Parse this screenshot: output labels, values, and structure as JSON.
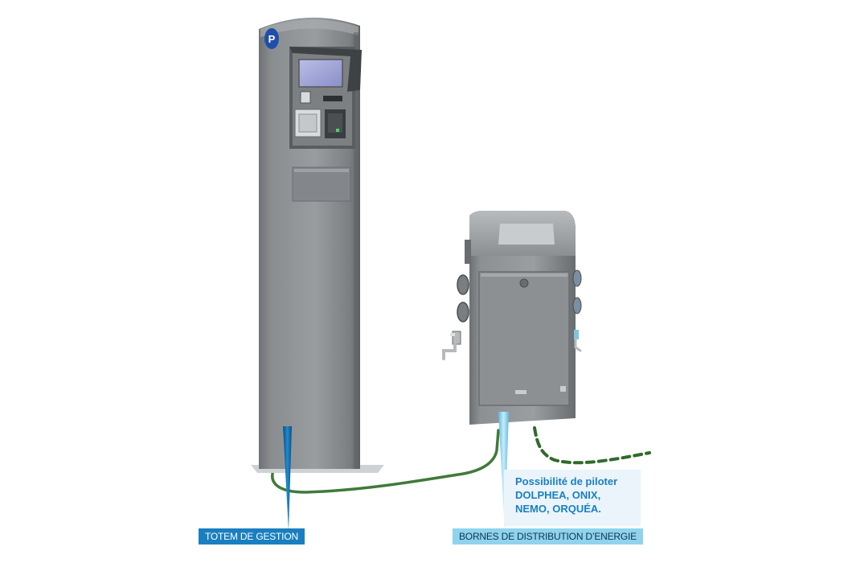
{
  "labels": {
    "totem": "TOTEM DE GESTION",
    "bornes": "BORNES DE DISTRIBUTION D’ENERGIE"
  },
  "callout": {
    "lines": [
      "Possibilité de piloter",
      "DOLPHEA, ONIX,",
      "NEMO, ORQUÉA."
    ]
  },
  "totem": {
    "sign_letter": "P"
  },
  "colors": {
    "body_grey": "#8b8e91",
    "label_blue": "#1a7fc0",
    "label_light_blue": "#8fd3ee",
    "cable_green": "#3f7a3a",
    "sign_blue": "#1f4fa8"
  },
  "icons": {
    "parking": "parking-sign-icon",
    "lock": "lock-icon"
  }
}
